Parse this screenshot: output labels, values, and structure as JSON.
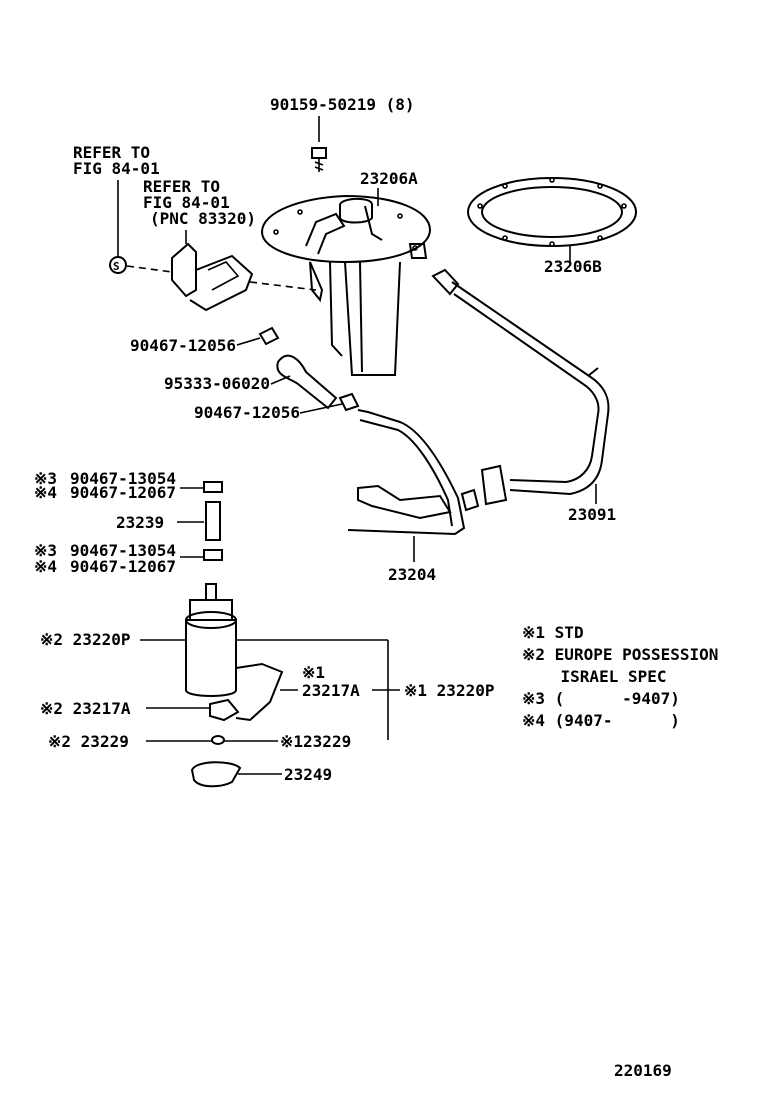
{
  "labels": {
    "bolt": "90159-50219 (8)",
    "refer1_line1": "REFER TO",
    "refer1_line2": "FIG 84-01",
    "refer2_line1": "REFER TO",
    "refer2_line2": "FIG 84-01",
    "refer2_line3": "(PNC 83320)",
    "gauge": "23206A",
    "gasket": "23206B",
    "clamp_a": "90467-12056",
    "hose": "95333-06020",
    "clamp_b": "90467-12056",
    "tube_outlet": "23091",
    "tube_return": "23204",
    "clamp3_top_mark": "※3",
    "clamp3_top": "90467-13054",
    "clamp4_top_mark": "※4",
    "clamp4_top": "90467-12067",
    "hose_short": "23239",
    "clamp3_bot_mark": "※3",
    "clamp3_bot": "90467-13054",
    "clamp4_bot_mark": "※4",
    "clamp4_bot": "90467-12067",
    "pump_left": "※2 23220P",
    "filter_mark": "※1",
    "filter": "23217A",
    "pump_right": "※1 23220P",
    "filter_left": "※2 23217A",
    "cushion_left": "※2 23229",
    "cushion_right": "※123229",
    "retainer": "23249",
    "diagram_id": "220169"
  },
  "notes": [
    "※1 STD",
    "※2 EUROPE POSSESSION",
    "    ISRAEL SPEC",
    "※3 (      -9407)",
    "※4 (9407-      )"
  ]
}
